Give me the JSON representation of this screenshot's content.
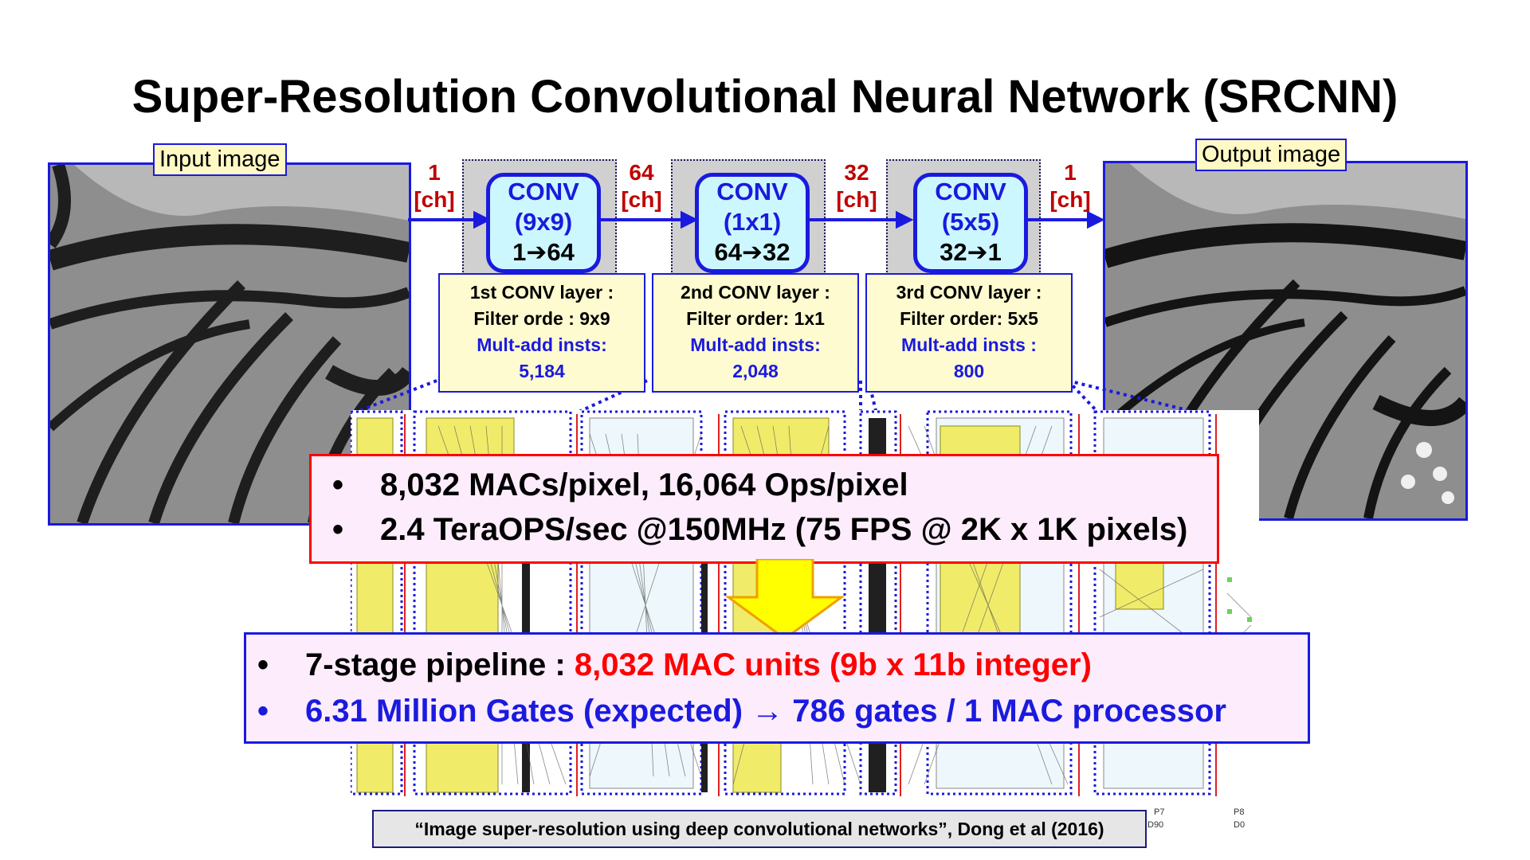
{
  "title": "Super-Resolution Convolutional Neural Network (SRCNN)",
  "input_image": {
    "label": "Input image"
  },
  "output_image": {
    "label": "Output image"
  },
  "channels": [
    {
      "num": "1",
      "unit": "[ch]"
    },
    {
      "num": "64",
      "unit": "[ch]"
    },
    {
      "num": "32",
      "unit": "[ch]"
    },
    {
      "num": "1",
      "unit": "[ch]"
    }
  ],
  "conv_layers": [
    {
      "name": "CONV",
      "kernel": "(9x9)",
      "io": "1➔64",
      "info_line1": "1st CONV layer :",
      "info_line2": "Filter orde : 9x9",
      "info_line3": "Mult-add insts:",
      "info_line4": "5,184"
    },
    {
      "name": "CONV",
      "kernel": "(1x1)",
      "io": "64➔32",
      "info_line1": "2nd CONV layer :",
      "info_line2": "Filter order: 1x1",
      "info_line3": "Mult-add insts:",
      "info_line4": "2,048"
    },
    {
      "name": "CONV",
      "kernel": "(5x5)",
      "io": "32➔1",
      "info_line1": "3rd CONV layer :",
      "info_line2": "Filter order: 5x5",
      "info_line3": "Mult-add insts :",
      "info_line4": "800"
    }
  ],
  "stats_box": {
    "line1": "8,032 MACs/pixel, 16,064 Ops/pixel",
    "line2": "2.4 TeraOPS/sec @150MHz (75 FPS @ 2K x 1K pixels)"
  },
  "pipeline_box": {
    "line1_prefix": "7-stage pipeline : ",
    "line1_highlight": "8,032 MAC units (9b x 11b integer)",
    "line2": "6.31 Million Gates (expected) → 786 gates / 1 MAC processor"
  },
  "circuit_labels": {
    "p7": "P7",
    "d90": "D90",
    "p8": "P8",
    "d0": "D0"
  },
  "citation": "“Image super-resolution using deep convolutional networks”, Dong et al (2016)",
  "colors": {
    "accent_blue": "#1a1adf",
    "accent_red": "#ff0000",
    "channel_red": "#c00000",
    "conv_fill": "#ccf7ff",
    "info_fill": "#fffbd0",
    "arrow_yellow": "#ffff00"
  }
}
